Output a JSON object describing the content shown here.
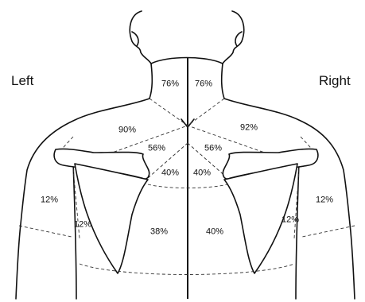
{
  "sides": {
    "left": "Left",
    "right": "Right"
  },
  "regions": {
    "neck_left": "76%",
    "neck_right": "76%",
    "upper_trap_left": "90%",
    "upper_trap_right": "92%",
    "mid_trap_left": "56%",
    "mid_trap_right": "56%",
    "rhomboid_left": "40%",
    "rhomboid_right": "40%",
    "lat_left": "12%",
    "lat_right": "12%",
    "scap_edge_left": "12%",
    "scap_edge_right": "12%",
    "lower_back_left": "38%",
    "lower_back_right": "40%"
  }
}
